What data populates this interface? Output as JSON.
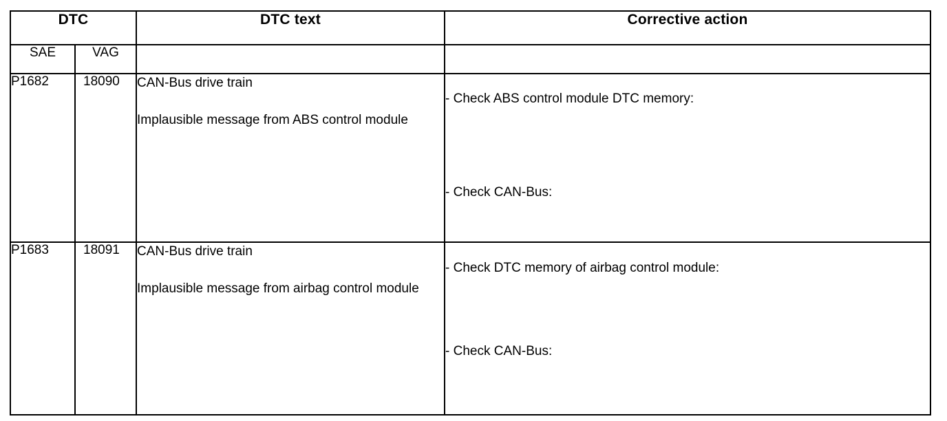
{
  "document": {
    "type": "diagnostic-trouble-code-table",
    "background_color": "#ffffff",
    "text_color": "#000000",
    "border_color": "#000000"
  },
  "table": {
    "headers": {
      "dtc_group": "DTC",
      "dtc_text": "DTC text",
      "corrective_action": "Corrective action",
      "sae": "SAE",
      "vag": "VAG",
      "dtc_text_sub": "",
      "corrective_action_sub": ""
    },
    "rows": [
      {
        "sae": "P1682",
        "vag": "18090",
        "dtc_text_line1": "CAN-Bus drive train",
        "dtc_text_line2": "Implausible message from ABS control module",
        "corrective_action_item1": "- Check ABS control module DTC memory:",
        "corrective_action_item2": "- Check CAN-Bus:"
      },
      {
        "sae": "P1683",
        "vag": "18091",
        "dtc_text_line1": "CAN-Bus drive train",
        "dtc_text_line2": "Implausible message from airbag control module",
        "corrective_action_item1": "- Check DTC memory of airbag control module:",
        "corrective_action_item2": "- Check CAN-Bus:"
      }
    ]
  }
}
